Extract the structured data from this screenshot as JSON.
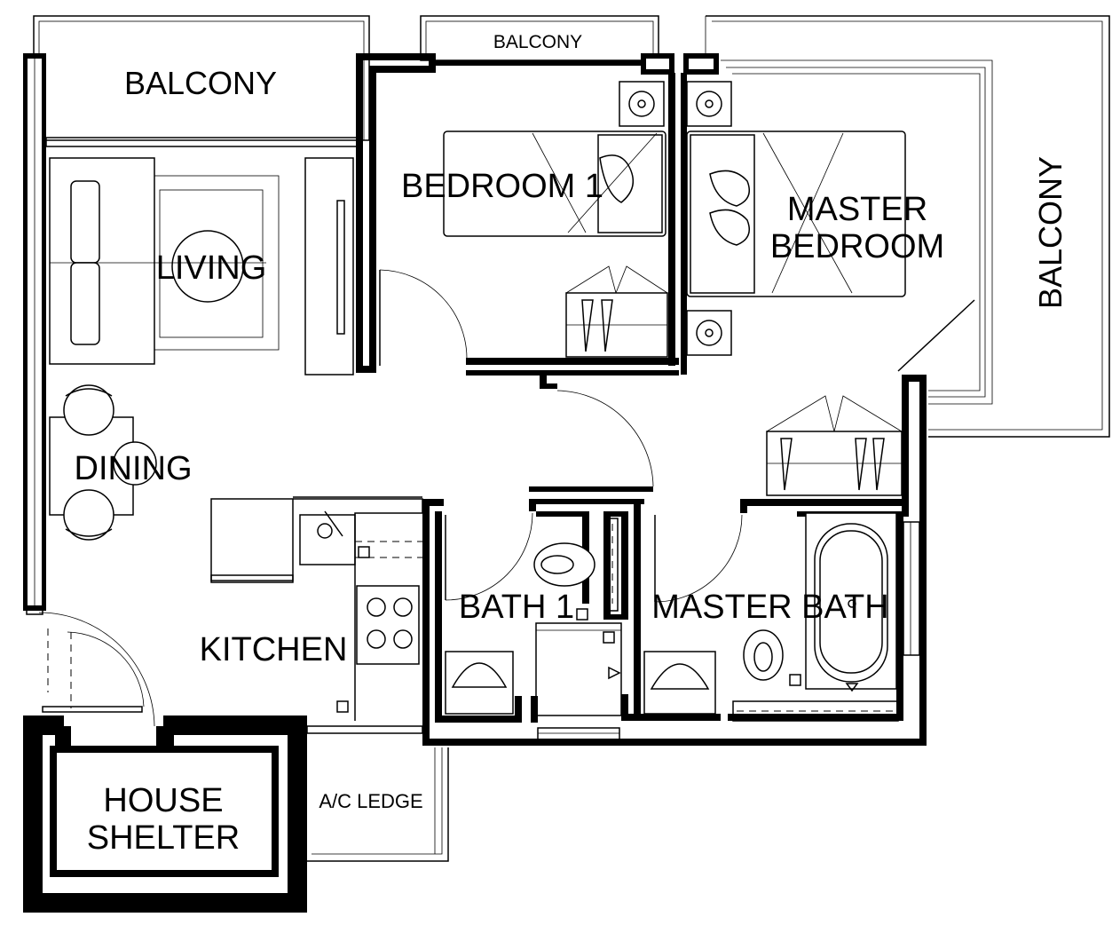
{
  "rooms": {
    "balcony_living": "BALCONY",
    "balcony_bedroom": "BALCONY",
    "balcony_master": "BALCONY",
    "living": "LIVING",
    "dining": "DINING",
    "kitchen": "KITCHEN",
    "bedroom_1": "BEDROOM 1",
    "master_bedroom_line1": "MASTER",
    "master_bedroom_line2": "BEDROOM",
    "bath_1": "BATH 1",
    "master_bath": "MASTER BATH",
    "house_shelter_line1": "HOUSE",
    "house_shelter_line2": "SHELTER",
    "ac_ledge": "A/C LEDGE"
  }
}
